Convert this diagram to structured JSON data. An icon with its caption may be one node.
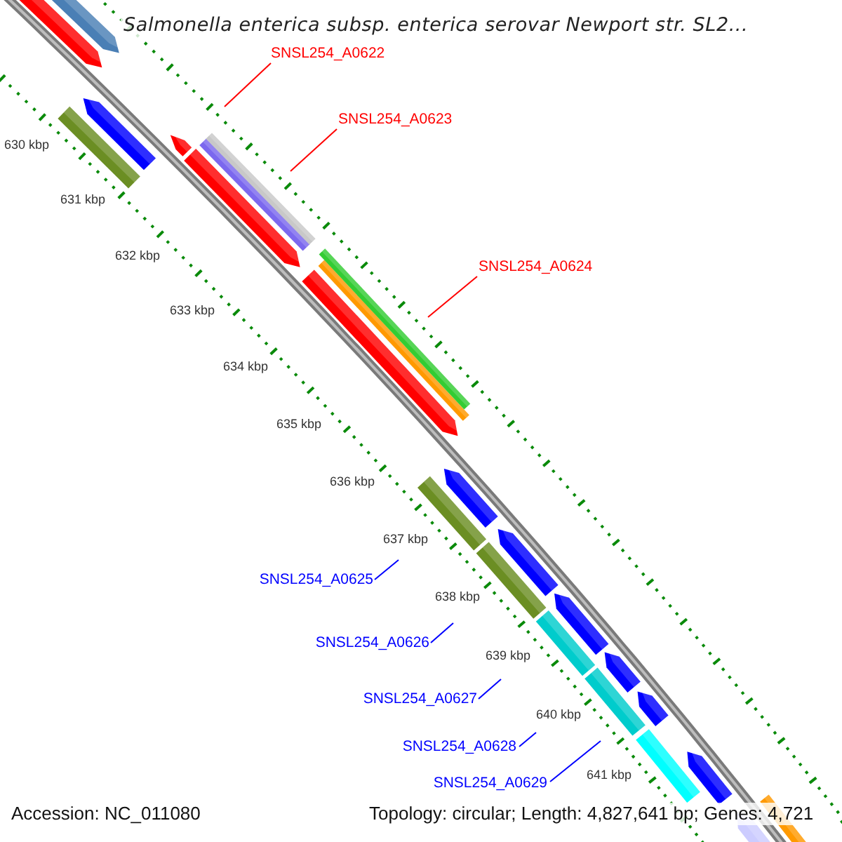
{
  "diagram": {
    "title": "Salmonella enterica subsp. enterica serovar Newport str. SL2...",
    "nodes": [
      {
        "text": [
          "SNSL254_A0622"
        ]
      },
      {
        "text": [
          "SNSL254_A0623"
        ]
      },
      {
        "text": [
          "SNSL254_A0624"
        ]
      },
      {
        "text": [
          "SNSL254_A0625"
        ]
      },
      {
        "text": [
          "SNSL254_A0626"
        ]
      },
      {
        "text": [
          "SNSL254_A0627"
        ]
      },
      {
        "text": [
          "SNSL254_A0628"
        ]
      },
      {
        "text": [
          "SNSL254_A0629"
        ]
      }
    ],
    "edges": [
      {
        "from": 0,
        "to": null,
        "arrow": "none",
        "color": "#ff0000"
      },
      {
        "from": 1,
        "to": null,
        "arrow": "none",
        "color": "#ff0000"
      },
      {
        "from": 2,
        "to": null,
        "arrow": "none",
        "color": "#ff0000"
      },
      {
        "from": 3,
        "to": null,
        "arrow": "none"
      },
      {
        "from": 4,
        "to": null,
        "arrow": "none"
      },
      {
        "from": 5,
        "to": null,
        "arrow": "none"
      },
      {
        "from": 6,
        "to": null,
        "arrow": "none"
      },
      {
        "from": 7,
        "to": null,
        "arrow": "none"
      }
    ],
    "labels": [
      "630 kbp",
      "631 kbp",
      "632 kbp",
      "633 kbp",
      "634 kbp",
      "635 kbp",
      "636 kbp",
      "637 kbp",
      "638 kbp",
      "639 kbp",
      "640 kbp",
      "641 kbp",
      "Accession: NC_011080",
      "Topology: circular; Length: 4,827,641 bp; Genes: 4,721"
    ]
  }
}
